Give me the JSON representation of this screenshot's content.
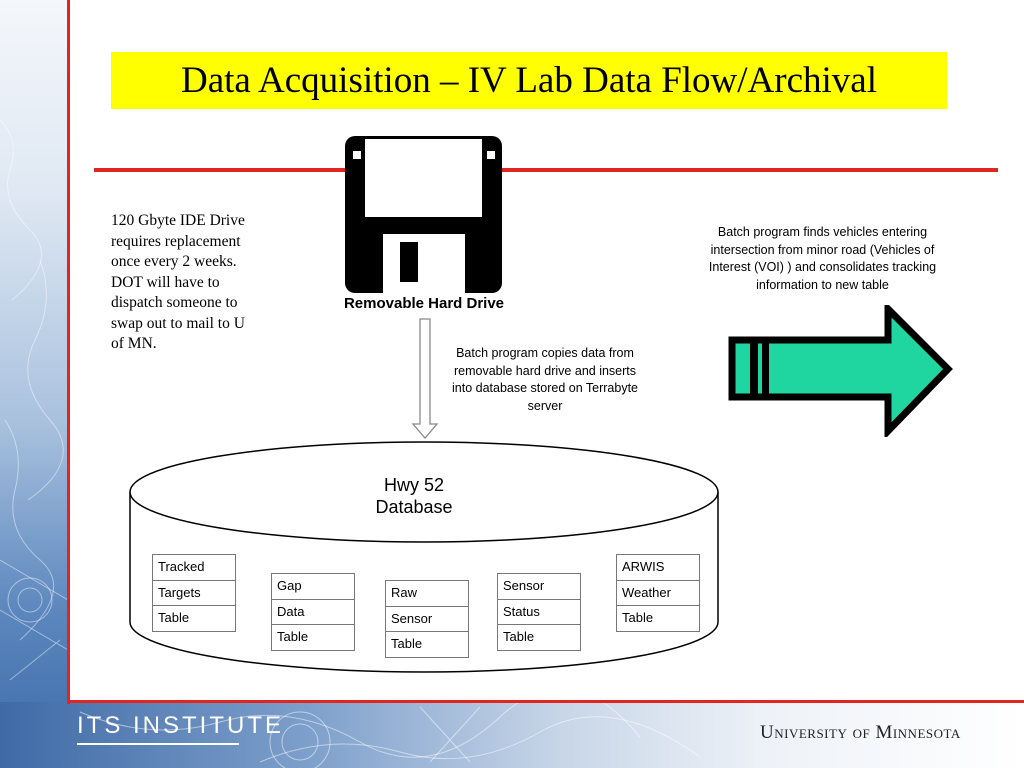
{
  "title": "Data Acquisition – IV Lab Data Flow/Archival",
  "disk_label": "Removable Hard Drive",
  "left_note": "120 Gbyte IDE Drive requires replacement once every 2 weeks. DOT will have to dispatch someone to swap out to mail to U of MN.",
  "right_note": "Batch program finds vehicles entering intersection from minor road (Vehicles of Interest (VOI) ) and consolidates tracking information to new table",
  "mid_note": "Batch program copies data from removable hard drive and inserts into database stored on Terrabyte server",
  "database": {
    "label_line1": "Hwy 52",
    "label_line2": "Database",
    "tables": [
      {
        "lines": [
          "Tracked",
          "Targets",
          "Table"
        ]
      },
      {
        "lines": [
          "Gap",
          "Data",
          "Table"
        ]
      },
      {
        "lines": [
          "Raw",
          "Sensor",
          "Table"
        ]
      },
      {
        "lines": [
          "Sensor",
          "Status",
          "Table"
        ]
      },
      {
        "lines": [
          "ARWIS",
          "Weather",
          "Table"
        ]
      }
    ]
  },
  "footer": {
    "its_logo": "ITS INSTITUTE",
    "umn_logo": "University of Minnesota"
  },
  "colors": {
    "title_bg": "#ffff00",
    "rule_red": "#e0261e",
    "arrow_green": "#1fd6a0"
  }
}
